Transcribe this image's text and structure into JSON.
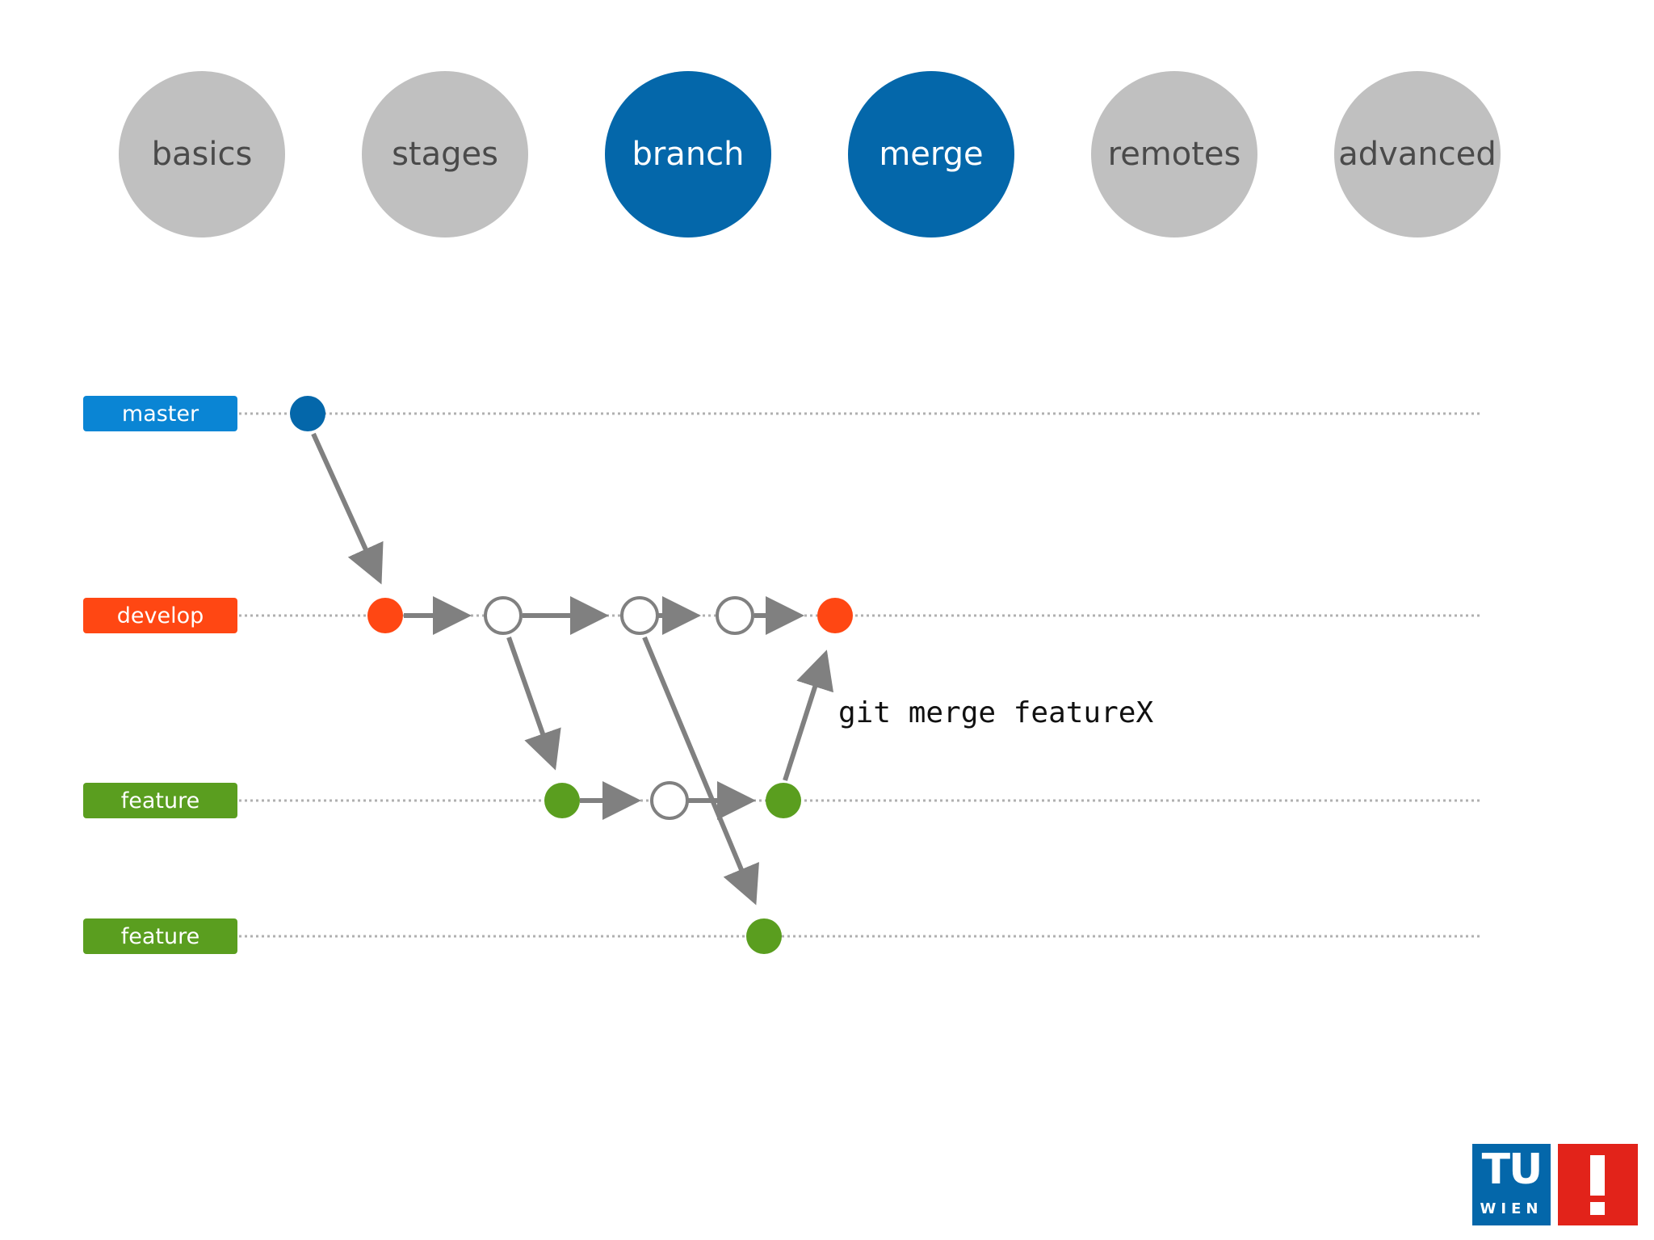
{
  "topics": [
    {
      "label": "basics",
      "active": false
    },
    {
      "label": "stages",
      "active": false
    },
    {
      "label": "branch",
      "active": true
    },
    {
      "label": "merge",
      "active": true
    },
    {
      "label": "remotes",
      "active": false
    },
    {
      "label": "advanced",
      "active": false
    }
  ],
  "branches": [
    {
      "label": "master",
      "color": "#0a85d4"
    },
    {
      "label": "develop",
      "color": "#ff4713"
    },
    {
      "label": "feature",
      "color": "#5a9e1f"
    },
    {
      "label": "feature",
      "color": "#5a9e1f"
    }
  ],
  "command": "git merge featureX",
  "colors": {
    "active_topic": "#0467aa",
    "inactive_topic": "#c0c0c0",
    "master_commit": "#0467aa",
    "develop_commit": "#ff4713",
    "feature_commit": "#5a9e1f",
    "arrow": "#808080",
    "lane_line": "#b0b0b0"
  },
  "logo": {
    "tu": "TU",
    "wien": "WIEN"
  }
}
